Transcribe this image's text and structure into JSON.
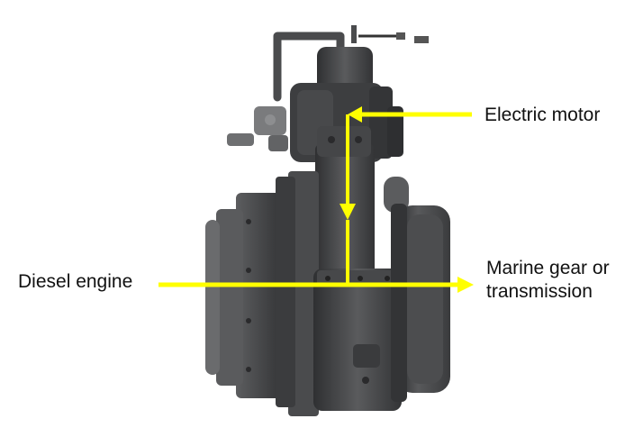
{
  "labels": {
    "electric_motor": "Electric motor",
    "diesel_engine": "Diesel engine",
    "marine_gear_line1": "Marine gear or",
    "marine_gear_line2": "transmission"
  },
  "colors": {
    "arrow": "#ffff00",
    "casing_dark": "#3a3b3d",
    "casing_mid": "#505153",
    "casing_light": "#6a6b6d",
    "background": "#ffffff"
  }
}
